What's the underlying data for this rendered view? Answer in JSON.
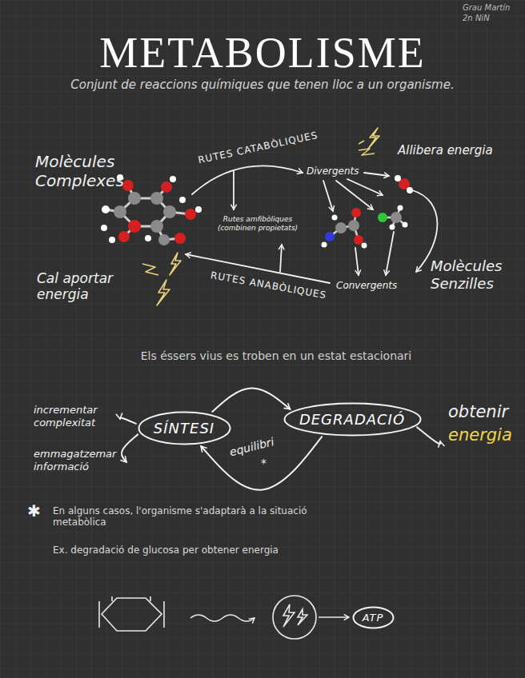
{
  "diagram": {
    "title": "METABOLISME",
    "nodes": [
      {
        "text": [
          "SÍNTESI"
        ]
      },
      {
        "text": [
          "DEGRADACIÓ"
        ]
      },
      {
        "text": [
          "ATP"
        ]
      }
    ],
    "edges": [
      {
        "from": 0,
        "to": 1,
        "arrow": "to"
      },
      {
        "from": 1,
        "to": 0,
        "arrow": "to"
      }
    ],
    "labels": [
      "Grau Martín",
      "2n NiN",
      "Conjunt de reaccions químiques que tenen lloc a un organisme.",
      "Molècules Complexes",
      "RUTES CATABÒLIQUES",
      "Divergents",
      "Allibera energia",
      "Rutes amfibòliques (combinen propietats)",
      "Molècules Senzilles",
      "Convergents",
      "RUTES ANABÒLIQUES",
      "Cal aportar energia",
      "Els éssers vius es troben en un estat estacionari",
      "incrementar complexitat",
      "emmagatzemar informació",
      "obtenir",
      "energia",
      "equilibri",
      "*",
      "✱",
      "En alguns casos, l'organisme s'adaptarà a la situació metabòlica",
      "Ex. degradació de glucosa per obtener energia"
    ]
  }
}
